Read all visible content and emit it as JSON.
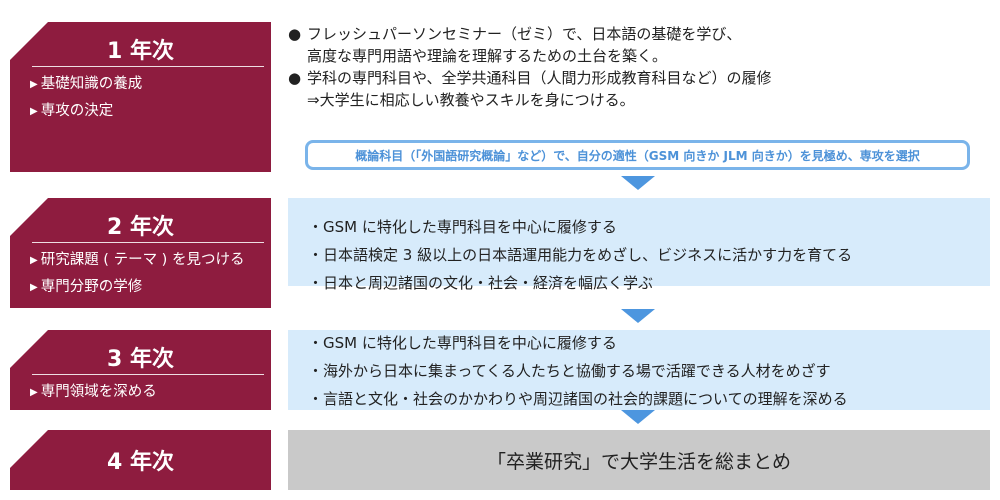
{
  "years": [
    {
      "title": "1 年次",
      "items": [
        "基礎知識の養成",
        "専攻の決定"
      ]
    },
    {
      "title": "2 年次",
      "items": [
        "研究課題 ( テーマ ) を見つける",
        "専門分野の学修"
      ]
    },
    {
      "title": "3 年次",
      "items": [
        "専門領域を深める"
      ]
    },
    {
      "title": "4 年次",
      "items": []
    }
  ],
  "year1": {
    "bullets": [
      {
        "line1": "フレッシュパーソンセミナー（ゼミ）で、日本語の基礎を学び、",
        "line2": "高度な専門用語や理論を理解するための土台を築く。"
      },
      {
        "line1": "学科の専門科目や、全学共通科目（人間力形成教育科目など）の履修",
        "line2": "⇒大学生に相応しい教養やスキルを身につける。"
      }
    ],
    "highlight": "概論科目（「外国語研究概論」など）で、自分の適性（GSM 向きか JLM 向きか）を見極め、専攻を選択"
  },
  "year2": {
    "items": [
      "GSM に特化した専門科目を中心に履修する",
      "日本語検定 3 級以上の日本語運用能力をめざし、ビジネスに活かす力を育てる",
      "日本と周辺諸国の文化・社会・経済を幅広く学ぶ"
    ]
  },
  "year3": {
    "items": [
      "GSM に特化した専門科目を中心に履修する",
      "海外から日本に集まってくる人たちと協働する場で活躍できる人材をめざす",
      "言語と文化・社会のかかわりや周辺諸国の社会的課題についての理解を深める"
    ]
  },
  "year4": {
    "text": "「卒業研究」で大学生活を総まとめ"
  },
  "colors": {
    "year_box": "#8e1c3f",
    "panel": "#d7ebfb",
    "highlight_border": "#7ab4ea",
    "highlight_text": "#4d92d8",
    "arrow": "#4d96df",
    "grad_panel": "#c9c9c9"
  }
}
